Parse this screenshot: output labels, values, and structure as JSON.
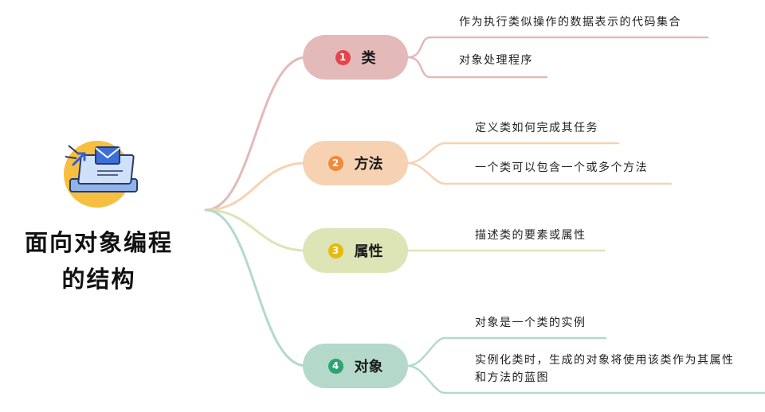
{
  "title_lines": [
    "面向对象编程",
    "的结构"
  ],
  "branches": [
    {
      "num": "1",
      "label": "类",
      "color": "#e3b9b9",
      "badge_color": "#e5444a",
      "leaves": [
        [
          "作为执行类似操作的数据表示的代码集合"
        ],
        [
          "对象处理程序"
        ]
      ]
    },
    {
      "num": "2",
      "label": "方法",
      "color": "#f6d2b2",
      "badge_color": "#f08a3c",
      "leaves": [
        [
          "定义类如何完成其任务"
        ],
        [
          "一个类可以包含一个或多个方法"
        ]
      ]
    },
    {
      "num": "3",
      "label": "属性",
      "color": "#dde4b6",
      "badge_color": "#e8b90f",
      "leaves": [
        [
          "描述类的要素或属性"
        ]
      ]
    },
    {
      "num": "4",
      "label": "对象",
      "color": "#b4d9cb",
      "badge_color": "#2aa56e",
      "leaves": [
        [
          "对象是一个类的实例"
        ],
        [
          "实例化类时，生成的对象将使用该类作为其属性",
          "和方法的蓝图"
        ]
      ]
    }
  ]
}
